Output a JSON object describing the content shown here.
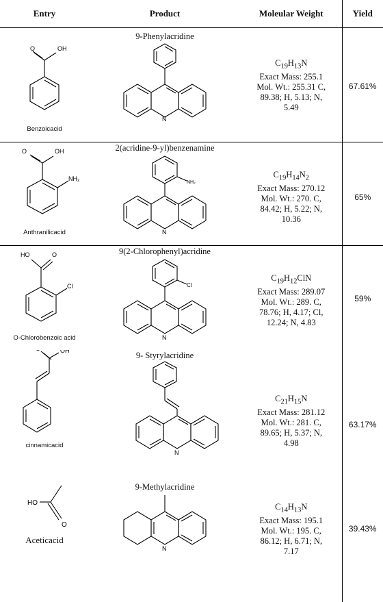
{
  "headers": [
    "Entry",
    "Product",
    "Moleular Weight",
    "Yield"
  ],
  "rows": [
    {
      "entry": "Benzoicacid",
      "product": "9-Phenylacridine",
      "formula": "C19H13N",
      "formula_html": "C<sub>19</sub>H<sub>13</sub>N",
      "mw_lines": [
        "Exact Mass: 255.1",
        "Mol. Wt.: 255.31 C,",
        "89.38; H, 5.13; N,",
        "5.49"
      ],
      "yield": "67.61%"
    },
    {
      "entry": "Anthranilicacid",
      "product": "2(acridine-9-yl)benzenamine",
      "formula": "C19H14N2",
      "formula_html": "C<sub>19</sub>H<sub>14</sub>N<sub>2</sub>",
      "mw_lines": [
        "Exact Mass: 270.12",
        "Mol. Wt.: 270. C,",
        "84.42; H, 5.22; N,",
        "10.36"
      ],
      "yield": "65%"
    },
    {
      "entry": "O-Chlorobenzoic acid",
      "product": "9(2-Chlorophenyl)acridine",
      "formula": "C19H12ClN",
      "formula_html": "C<sub>19</sub>H<sub>12</sub>ClN",
      "mw_lines": [
        "Exact Mass: 289.07",
        "Mol. Wt.: 289. C,",
        "78.76; H, 4.17; Cl,",
        "12.24; N, 4.83"
      ],
      "yield": "59%"
    },
    {
      "entry": "cinnamicacid",
      "product": "9- Styrylacridine",
      "formula": "C21H15N",
      "formula_html": "C<sub>21</sub>H<sub>15</sub>N",
      "mw_lines": [
        "Exact Mass: 281.12",
        "Mol. Wt.: 281. C,",
        "89.65; H, 5.37; N,",
        "4.98"
      ],
      "yield": "63.17%"
    },
    {
      "entry": "Aceticacid",
      "product": "9-Methylacridine",
      "formula": "C14H13N",
      "formula_html": "C<sub>14</sub>H<sub>13</sub>N",
      "mw_lines": [
        "Exact Mass: 195.1",
        "Mol. Wt.: 195. C,",
        "86.12; H, 6.71; N,",
        "7.17"
      ],
      "yield": "39.43%"
    }
  ],
  "atoms": {
    "OH": "OH",
    "O": "O",
    "HO": "HO",
    "NH2": "NH₂",
    "Cl": "Cl",
    "N": "N"
  }
}
